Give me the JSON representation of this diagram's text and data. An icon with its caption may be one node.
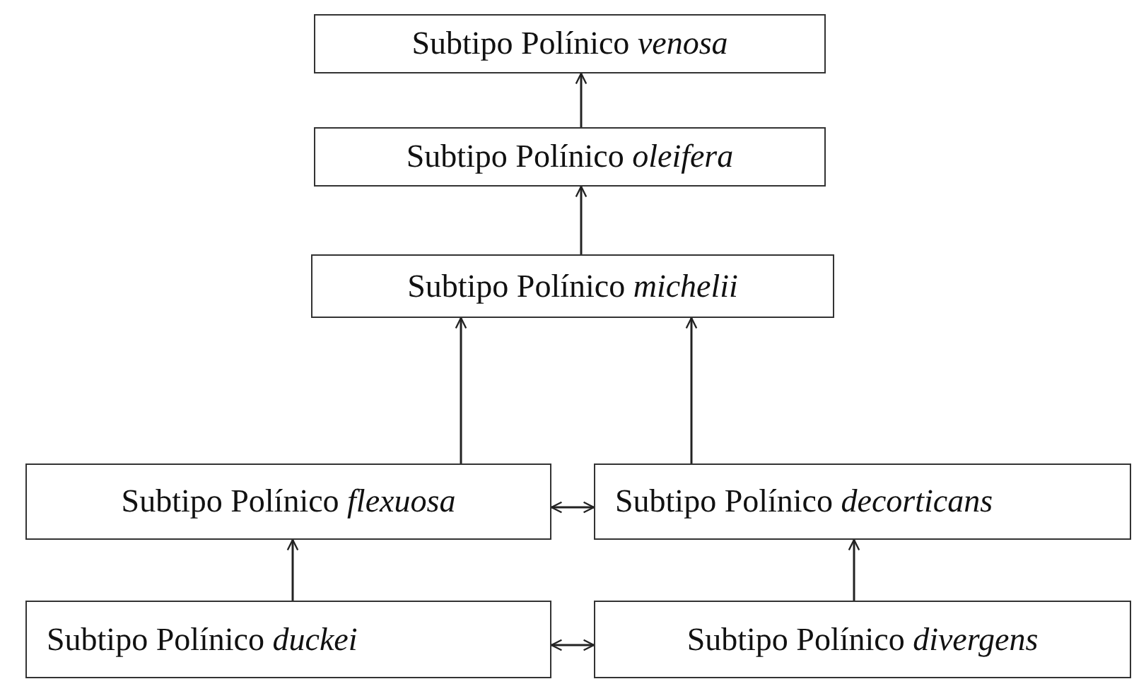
{
  "diagram": {
    "nodes": [
      {
        "text": [
          "Subtipo Polínico *venosa*"
        ]
      },
      {
        "text": [
          "Subtipo Polínico *oleifera*"
        ]
      },
      {
        "text": [
          "Subtipo Polínico *michelii*"
        ]
      },
      {
        "text": [
          "Subtipo Polínico *flexuosa*"
        ]
      },
      {
        "text": [
          "Subtipo Polínico *decorticans*"
        ]
      },
      {
        "text": [
          "Subtipo Polínico *duckei*"
        ]
      },
      {
        "text": [
          "Subtipo Polínico *divergens*"
        ]
      }
    ],
    "edges": [
      {
        "from": 1,
        "to": 0,
        "arrow": "to"
      },
      {
        "from": 2,
        "to": 1,
        "arrow": "to"
      },
      {
        "from": 3,
        "to": 2,
        "arrow": "to"
      },
      {
        "from": 4,
        "to": 2,
        "arrow": "to"
      },
      {
        "from": 3,
        "to": 4,
        "arrow": "both"
      },
      {
        "from": 5,
        "to": 3,
        "arrow": "to"
      },
      {
        "from": 6,
        "to": 4,
        "arrow": "to"
      },
      {
        "from": 5,
        "to": 6,
        "arrow": "both"
      }
    ]
  }
}
